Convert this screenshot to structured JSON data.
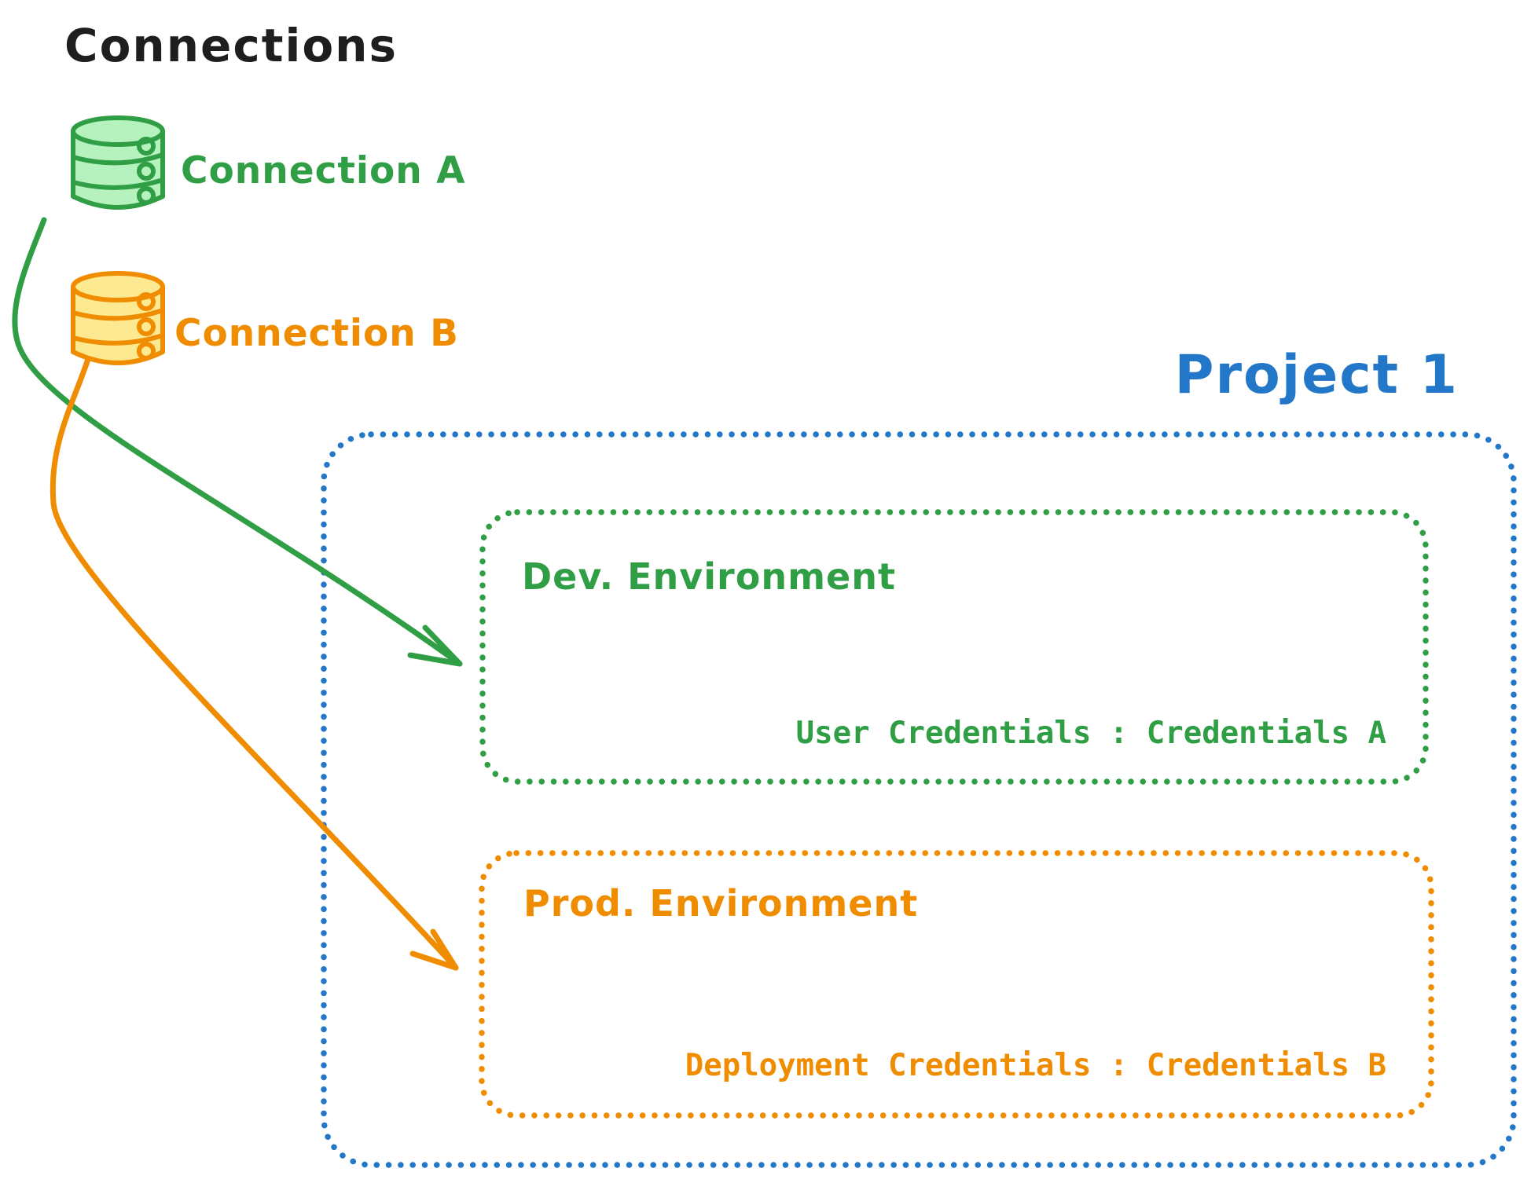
{
  "title": "Connections",
  "connections": [
    {
      "id": "connection-a",
      "label": "Connection A",
      "icon": "database-icon",
      "color": "#2f9e44",
      "fill": "#b6f2be"
    },
    {
      "id": "connection-b",
      "label": "Connection B",
      "icon": "database-icon",
      "color": "#f08c00",
      "fill": "#fce990"
    }
  ],
  "project": {
    "title": "Project 1",
    "color": "#2377c8",
    "environments": [
      {
        "name": "Dev. Environment",
        "credentials_label": "User Credentials",
        "credentials_value": "Credentials A",
        "credentials_line": "User Credentials : Credentials A",
        "stroke": "#2f9e44",
        "fill": "#b6f2be"
      },
      {
        "name": "Prod. Environment",
        "credentials_label": "Deployment Credentials",
        "credentials_value": "Credentials B",
        "credentials_line": "Deployment Credentials : Credentials B",
        "stroke": "#f08c00",
        "fill": "#fce990"
      }
    ]
  },
  "arrows": [
    {
      "from": "Connection A",
      "to": "Dev. Environment",
      "color": "#2f9e44"
    },
    {
      "from": "Connection B",
      "to": "Prod. Environment",
      "color": "#f08c00"
    }
  ]
}
